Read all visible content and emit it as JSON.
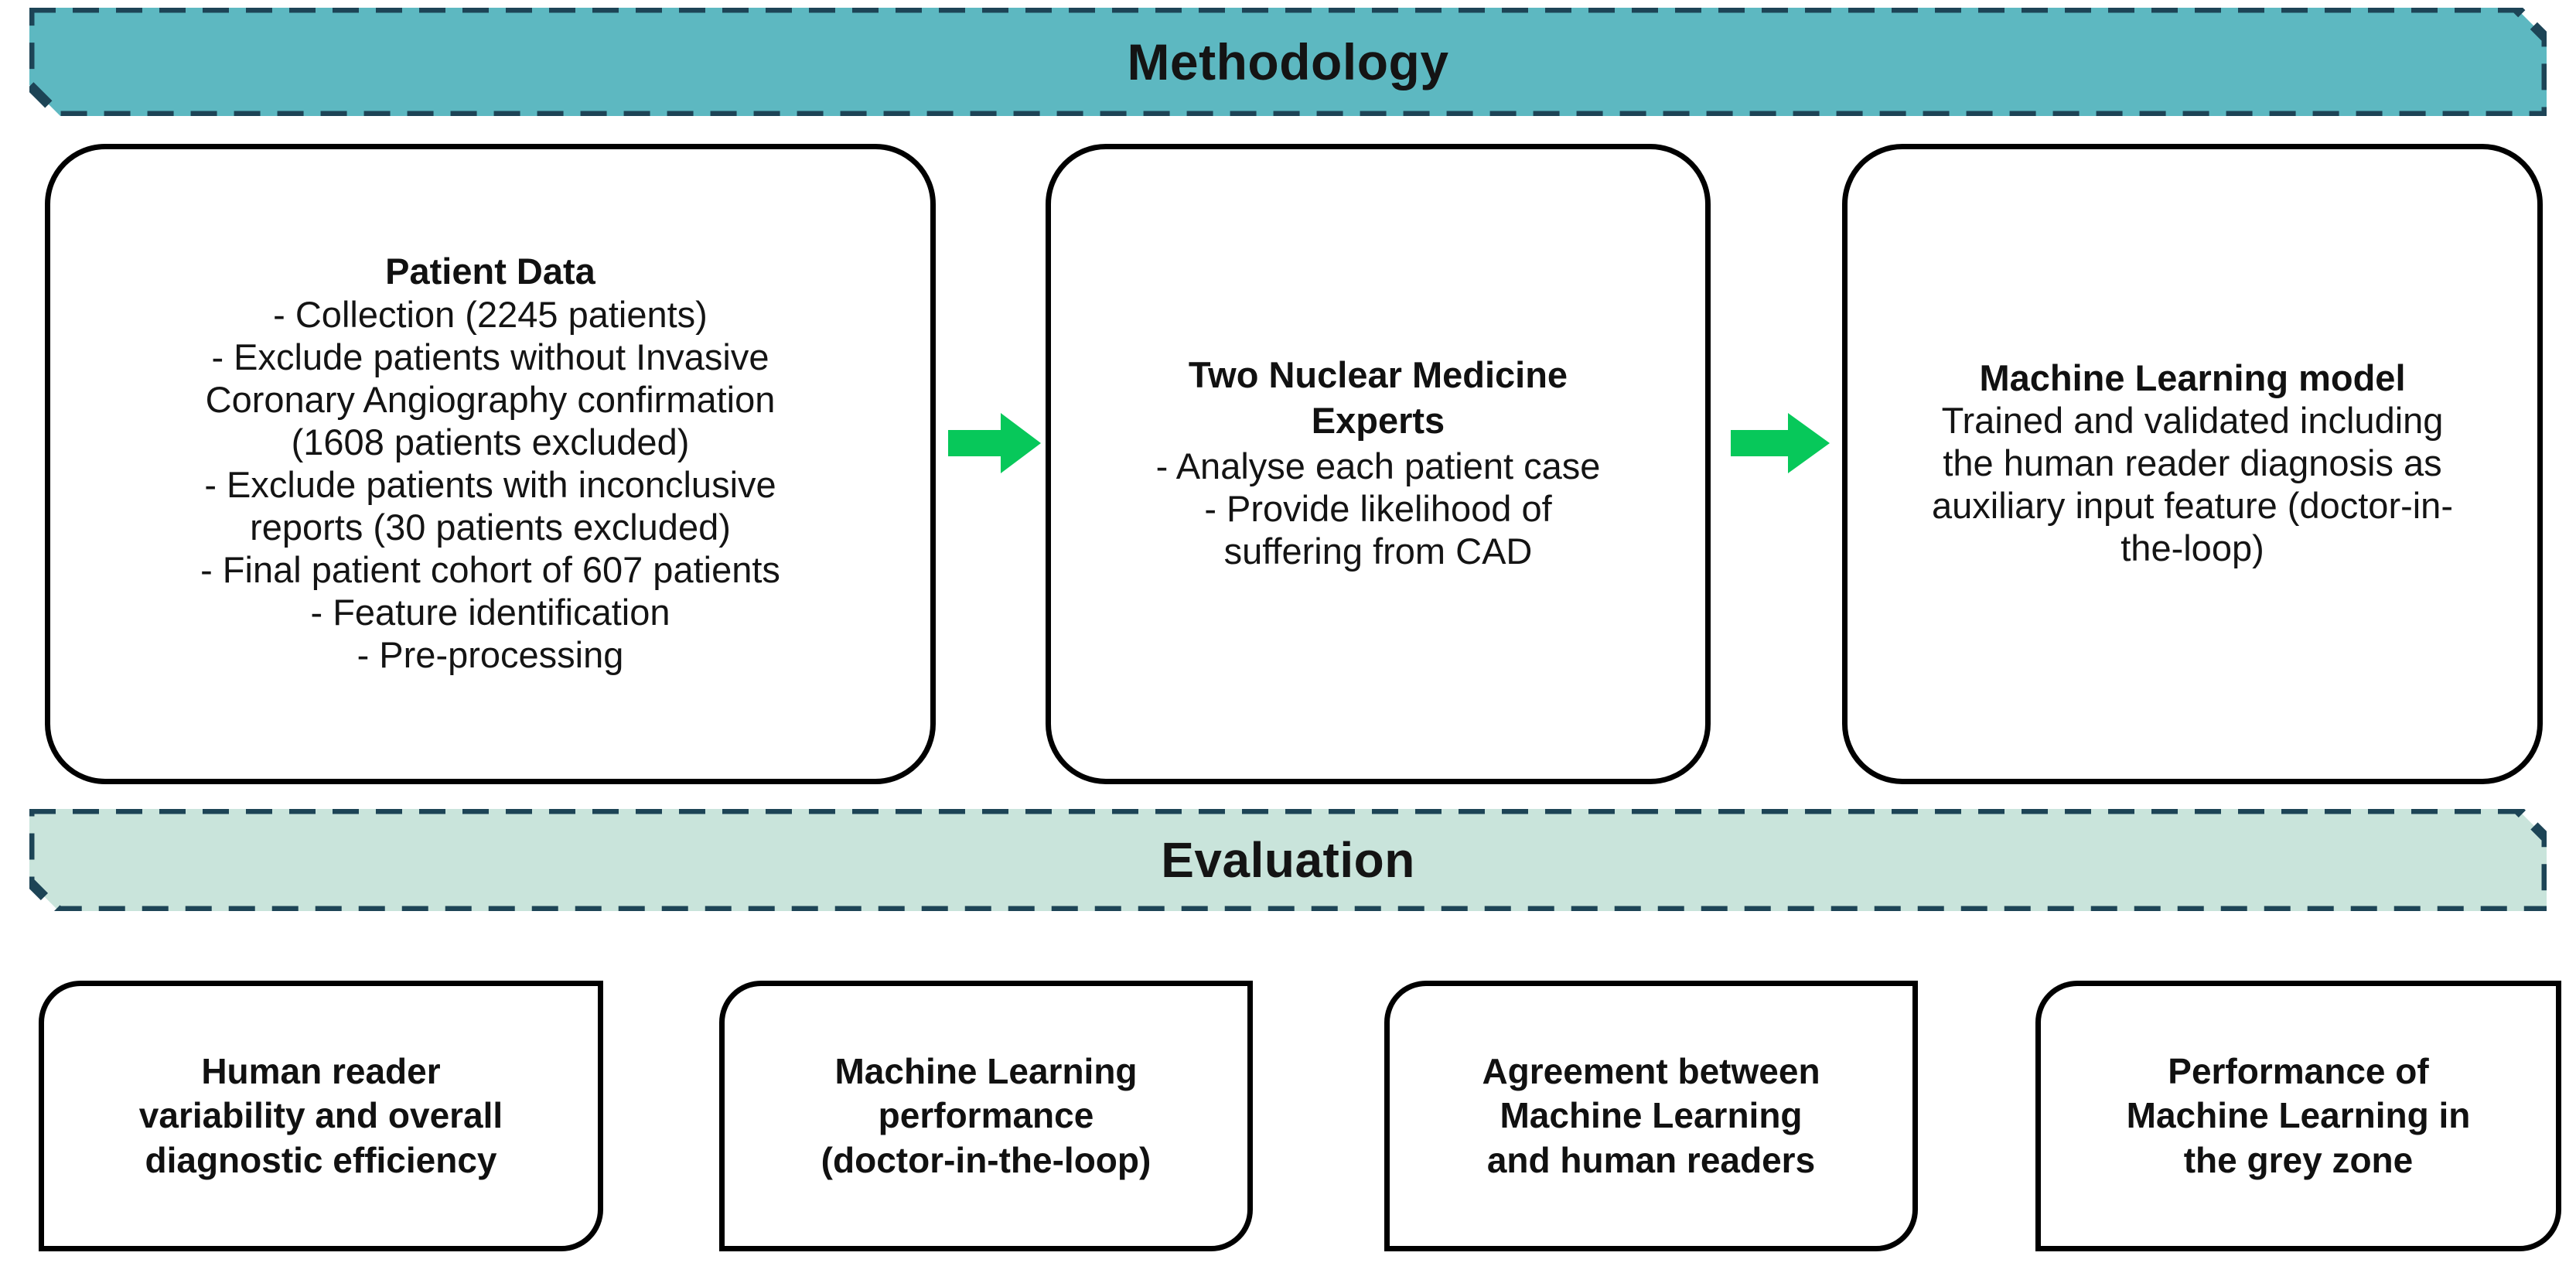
{
  "sections": {
    "methodology": {
      "label": "Methodology",
      "fill": "#5DB8C1",
      "border": "#1D4456"
    },
    "evaluation": {
      "label": "Evaluation",
      "fill": "#C9E4DB",
      "border": "#1D4456"
    }
  },
  "arrows": {
    "color": "#07C85A",
    "arrow_1_name": "arrow-patient-data-to-experts",
    "arrow_2_name": "arrow-experts-to-ml-model"
  },
  "process": {
    "patient_data": {
      "title": "Patient Data",
      "lines": [
        "-  Collection (2245 patients)",
        "-  Exclude patients without Invasive",
        "Coronary Angiography confirmation",
        "(1608 patients excluded)",
        "-  Exclude patients with inconclusive",
        "reports (30 patients excluded)",
        "-  Final patient cohort of 607 patients",
        "-  Feature identification",
        "-  Pre-processing"
      ]
    },
    "experts": {
      "title_line_1": "Two Nuclear Medicine",
      "title_line_2": "Experts",
      "lines": [
        "-  Analyse each patient case",
        "-  Provide likelihood of",
        "suffering from CAD"
      ]
    },
    "ml_model": {
      "title": "Machine Learning model",
      "lines": [
        "Trained and validated including",
        "the human reader diagnosis as",
        "auxiliary input feature (doctor-in-",
        "the-loop)"
      ]
    }
  },
  "outcomes": [
    {
      "name": "human-reader-variability",
      "lines": [
        "Human reader",
        "variability and overall",
        "diagnostic efficiency"
      ]
    },
    {
      "name": "machine-learning-performance",
      "lines": [
        "Machine Learning",
        "performance",
        "(doctor-in-the-loop)"
      ]
    },
    {
      "name": "agreement-ml-human",
      "lines": [
        "Agreement between",
        "Machine Learning",
        "and human readers"
      ]
    },
    {
      "name": "ml-grey-zone",
      "lines": [
        "Performance of",
        "Machine Learning in",
        "the grey zone"
      ]
    }
  ]
}
